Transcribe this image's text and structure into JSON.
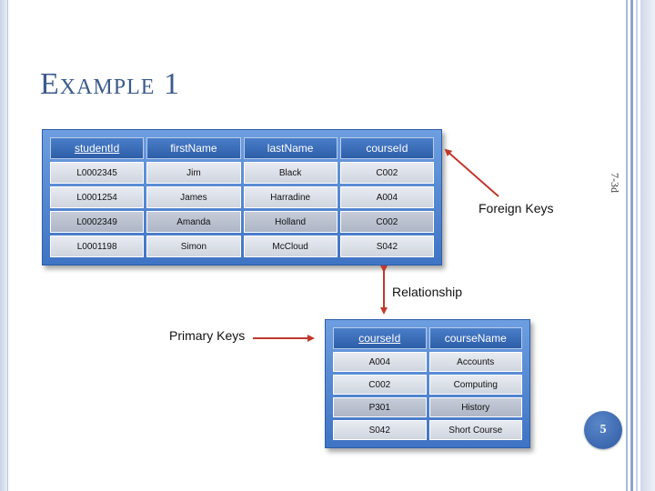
{
  "title": "Example 1",
  "side_label": "7-3d",
  "page_number": "5",
  "student_table": {
    "headers": [
      "studentId",
      "firstName",
      "lastName",
      "courseId"
    ],
    "rows": [
      [
        "L0002345",
        "Jim",
        "Black",
        "C002"
      ],
      [
        "L0001254",
        "James",
        "Harradine",
        "A004"
      ],
      [
        "L0002349",
        "Amanda",
        "Holland",
        "C002"
      ],
      [
        "L0001198",
        "Simon",
        "McCloud",
        "S042"
      ]
    ]
  },
  "course_table": {
    "headers": [
      "courseId",
      "courseName"
    ],
    "rows": [
      [
        "A004",
        "Accounts"
      ],
      [
        "C002",
        "Computing"
      ],
      [
        "P301",
        "History"
      ],
      [
        "S042",
        "Short Course"
      ]
    ]
  },
  "annotations": {
    "foreign_keys": "Foreign Keys",
    "relationship": "Relationship",
    "primary_keys": "Primary Keys"
  },
  "colors": {
    "title": "#3b5b8d",
    "table_header": "#2e5ea8",
    "arrow": "#c0392b",
    "page_number_badge": "#2e5aa3"
  }
}
